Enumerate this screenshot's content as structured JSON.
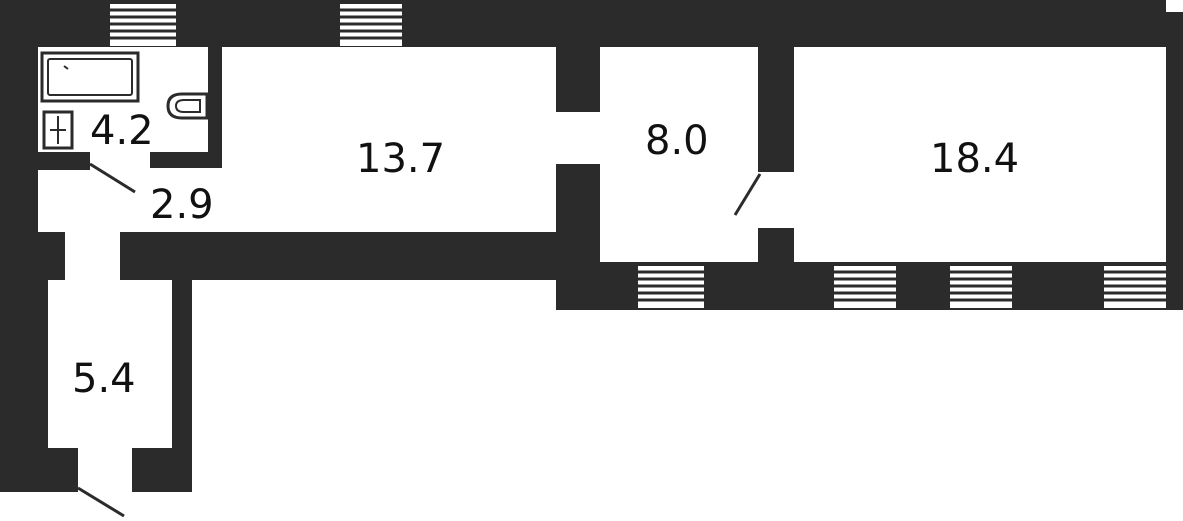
{
  "colors": {
    "wall": "#2b2b2b",
    "floor": "#ffffff",
    "label": "#111111"
  },
  "rooms": [
    {
      "id": "bathroom",
      "area": "4.2"
    },
    {
      "id": "corridor",
      "area": "2.9"
    },
    {
      "id": "room-main",
      "area": "13.7"
    },
    {
      "id": "kitchen",
      "area": "8.0"
    },
    {
      "id": "room-large",
      "area": "18.4"
    },
    {
      "id": "entrance-hall",
      "area": "5.4"
    }
  ],
  "icons": [
    "bathtub-icon",
    "toilet-icon",
    "sink-icon",
    "window-icon",
    "door-swing-icon"
  ]
}
